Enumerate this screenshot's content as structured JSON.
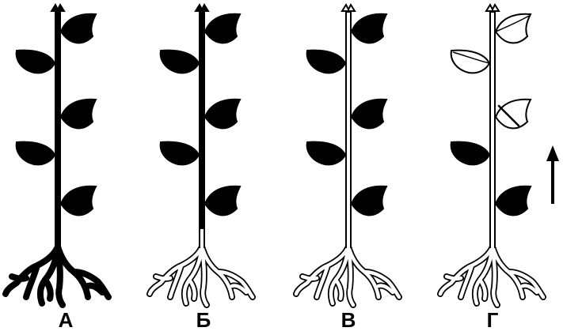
{
  "plants": [
    {
      "label": "А",
      "variant": "all-dark"
    },
    {
      "label": "Б",
      "variant": "roots-light"
    },
    {
      "label": "В",
      "variant": "stem-roots-light"
    },
    {
      "label": "Г",
      "variant": "top-leaves-light"
    }
  ],
  "arrow": {
    "direction": "up"
  },
  "colors": {
    "ink": "#000000",
    "paper": "#ffffff"
  }
}
